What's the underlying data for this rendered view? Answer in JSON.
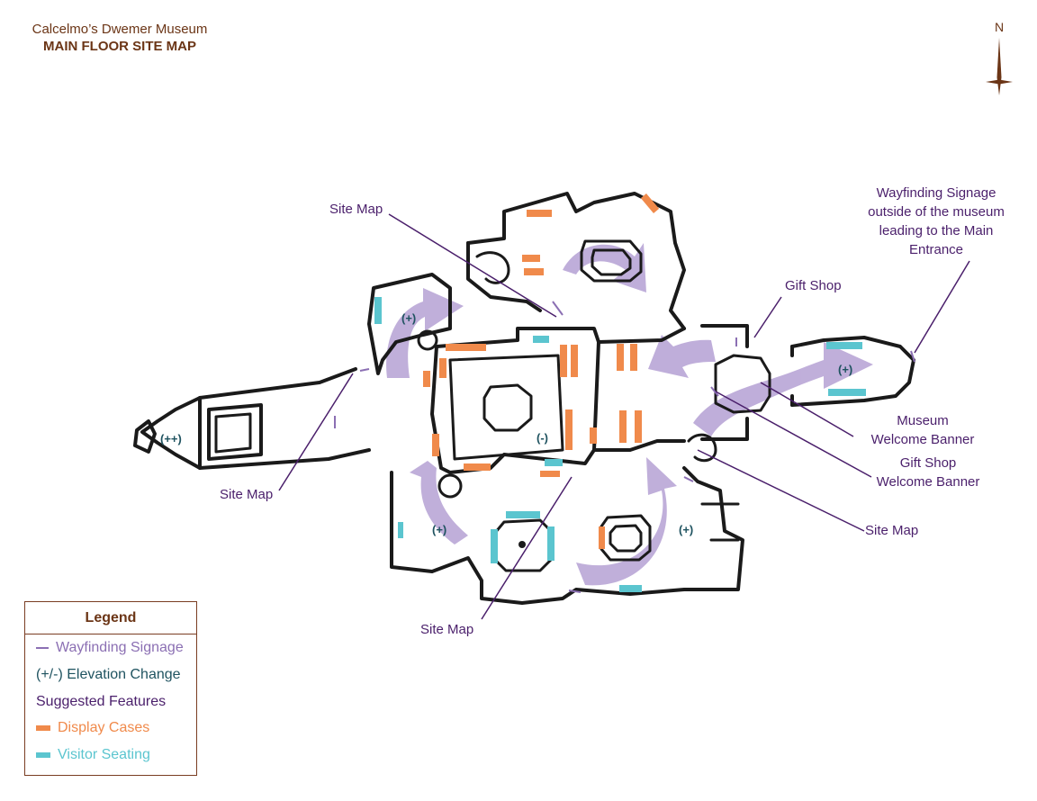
{
  "header": {
    "museum_name": "Calcelmo’s Dwemer Museum",
    "map_title": "MAIN FLOOR SITE MAP"
  },
  "compass": {
    "north_label": "N",
    "color": "#6b3516"
  },
  "colors": {
    "walls": "#1a1a1a",
    "wayfinding": "#8b6fb3",
    "path_arrows": "#b9a6d6",
    "display_cases": "#f08a4b",
    "visitor_seating": "#5bc5cf",
    "label_text": "#4a1f6b",
    "elevation_text": "#1f5360",
    "title_text": "#6b3516"
  },
  "annotations": {
    "site_map_top": "Site Map",
    "site_map_left": "Site Map",
    "site_map_bottom": "Site Map",
    "site_map_right": "Site Map",
    "gift_shop": "Gift Shop",
    "museum_banner_line1": "Museum",
    "museum_banner_line2": "Welcome Banner",
    "gift_shop_banner_line1": "Gift Shop",
    "gift_shop_banner_line2": "Welcome Banner",
    "outside_signage_line1": "Wayfinding Signage",
    "outside_signage_line2": "outside of the museum",
    "outside_signage_line3": "leading to the Main",
    "outside_signage_line4": "Entrance"
  },
  "elevation_markers": {
    "west_end": "(++)",
    "northwest": "(+)",
    "center": "(-)",
    "southwest": "(+)",
    "southeast": "(+)",
    "east_entrance": "(+)"
  },
  "legend": {
    "title": "Legend",
    "wayfinding": "Wayfinding Signage",
    "elevation": "(+/-) Elevation Change",
    "features_heading": "Suggested Features",
    "display_cases": "Display Cases",
    "visitor_seating": "Visitor Seating"
  }
}
